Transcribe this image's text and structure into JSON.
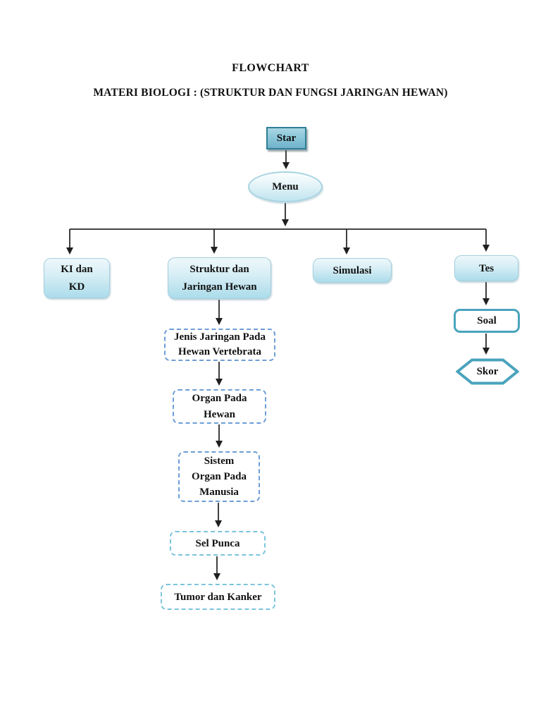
{
  "page": {
    "title": "FLOWCHART",
    "subtitle": "MATERI BIOLOGI : (STRUKTUR DAN FUNGSI JARINGAN HEWAN)"
  },
  "flowchart": {
    "nodes": {
      "star": {
        "label": "Star",
        "shape": "rectangle"
      },
      "menu": {
        "label": "Menu",
        "shape": "ellipse"
      },
      "ki_kd": {
        "line1": "KI dan",
        "line2": "KD",
        "shape": "rounded-rectangle"
      },
      "struktur": {
        "line1": "Struktur dan",
        "line2": "Jaringan Hewan",
        "shape": "rounded-rectangle"
      },
      "simulasi": {
        "label": "Simulasi",
        "shape": "rounded-rectangle"
      },
      "tes": {
        "label": "Tes",
        "shape": "rounded-rectangle"
      },
      "jenis": {
        "line1": "Jenis Jaringan Pada",
        "line2": "Hewan Vertebrata",
        "shape": "dashed-rectangle"
      },
      "organ": {
        "line1": "Organ Pada",
        "line2": "Hewan",
        "shape": "dashed-rectangle"
      },
      "sistem": {
        "line1": "Sistem",
        "line2": "Organ Pada",
        "line3": "Manusia",
        "shape": "dashed-rectangle"
      },
      "sel_punca": {
        "label": "Sel Punca",
        "shape": "dashed-rectangle"
      },
      "tumor": {
        "label": "Tumor dan Kanker",
        "shape": "dashed-rectangle"
      },
      "soal": {
        "label": "Soal",
        "shape": "outlined-rounded-rectangle"
      },
      "skor": {
        "label": "Skor",
        "shape": "hexagon"
      }
    },
    "colors": {
      "star_fill_top": "#a9d6e3",
      "star_fill_bottom": "#6fb2ca",
      "star_border": "#2f7e96",
      "gradient_box_fill_top": "#eef8fb",
      "gradient_box_fill_bottom": "#abdcea",
      "gradient_box_border": "#a5cedd",
      "ellipse_border": "#a8d4e2",
      "dashed_border_blue": "#6d9ed6",
      "dashed_border_cyan": "#7cc4dd",
      "outline_teal": "#4aa3bd",
      "connector": "#1f1f1f",
      "text": "#111111",
      "background": "#ffffff"
    }
  }
}
